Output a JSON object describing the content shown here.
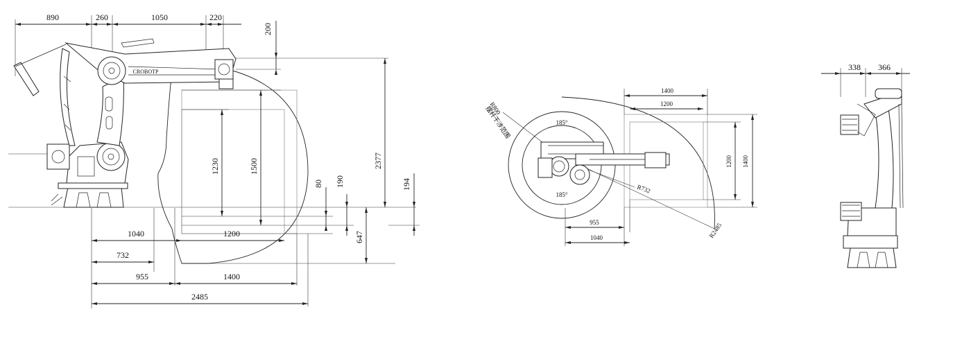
{
  "side_view": {
    "top_dims": [
      "890",
      "260",
      "1050",
      "220"
    ],
    "right_top": "200",
    "vertical": [
      "1230",
      "1500",
      "80",
      "190",
      "2377",
      "194",
      "647"
    ],
    "bottom": [
      "1040",
      "1200",
      "732",
      "955",
      "1400",
      "2485"
    ],
    "logo": "CROBOTP"
  },
  "top_view": {
    "width_outer": "1400",
    "width_inner": "1200",
    "height_inner": "1200",
    "height_outer": "1400",
    "angle_top": "185°",
    "angle_bottom": "185°",
    "r_small": "R732",
    "r_large": "R2485",
    "r_note_value": "R800",
    "r_note_text": "摆杆干涉范围",
    "bottom_a": "955",
    "bottom_b": "1040"
  },
  "front_view": {
    "dims": [
      "338",
      "366"
    ]
  }
}
